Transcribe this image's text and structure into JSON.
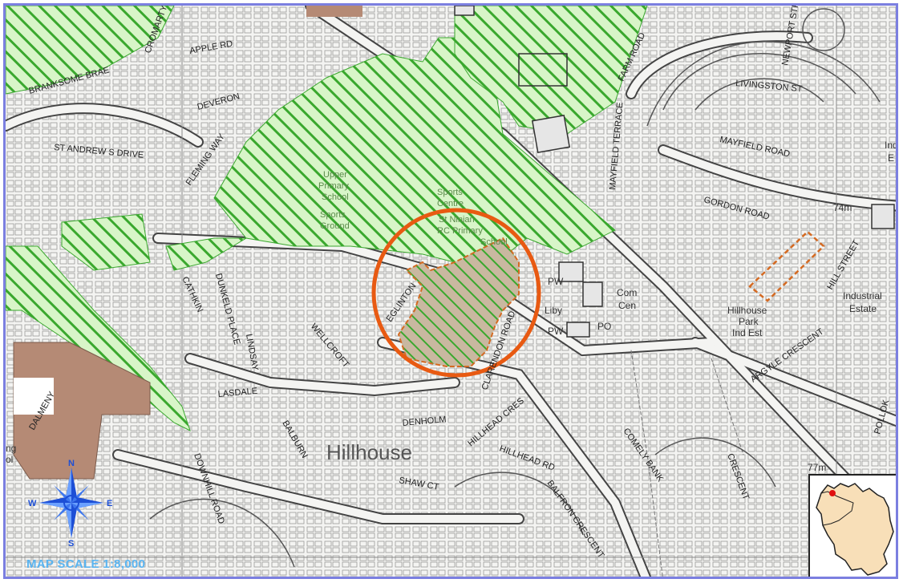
{
  "map": {
    "area_label": "Hillhouse",
    "scale_text": "MAP SCALE 1:8,000",
    "compass": {
      "n": "N",
      "s": "S",
      "e": "E",
      "w": "W"
    },
    "site": {
      "labels": {
        "upper_school": "Upper",
        "upper_school2": "Primary",
        "upper_school3": "School",
        "sports_ground": "Sports",
        "sports_ground2": "Ground",
        "sports_centre": "Sports",
        "sports_centre2": "Centre",
        "st_ninian": "St Ninian",
        "st_ninian2": "RC Primary",
        "st_ninian3": "School",
        "pw1": "PW",
        "pw2": "PW",
        "liby": "Liby",
        "po": "PO",
        "com": "Com",
        "cen": "Cen",
        "hillhouse_park": "Hillhouse",
        "hillhouse_park2": "Park",
        "hillhouse_park3": "Ind Est",
        "industrial": "Industrial",
        "industrial2": "Estate",
        "ind_partial": "Ind",
        "ind_partial2": "E",
        "height_74": "74m",
        "height_77": "77m",
        "ng_partial": "ng",
        "ng_partial2": "ol"
      },
      "streets": {
        "hill_street": "HILL STREET",
        "gordon_road": "GORDON ROAD",
        "mayfield_road": "MAYFIELD ROAD",
        "livingston_st": "LIVINGSTON ST",
        "newport_street": "NEWPORT STREET",
        "argyle_crescent": "ARGYLE CRESCENT",
        "pollok": "POLLOK",
        "comely_bank": "COMELY BANK",
        "balfron_crescent": "BALFRON CRESCENT",
        "hillhead_cres": "HILLHEAD CRES",
        "hillhead_rd": "HILLHEAD RD",
        "denholm": "DENHOLM",
        "shaw_ct": "SHAW CT",
        "st_andrews_drive": "ST ANDREW S DRIVE",
        "branksome_brae": "BRANKSOME BRAE",
        "deveron": "DEVERON",
        "fleming_way": "FLEMING WAY",
        "cathkin": "CATHKIN",
        "dunkeld": "DUNKELD PLACE",
        "lindsay": "LINDSAY",
        "lasdale": "LASDALE",
        "balburn": "BALBURN",
        "wellcroft": "WELLCROFT",
        "eglinton": "EGLINTON",
        "apple": "APPLE RD",
        "farm_road": "FARM ROAD",
        "mayfield_terrace": "MAYFIELD TERRACE",
        "crescent": "CRESCENT",
        "downhill_road": "DOWNHILL ROAD",
        "dalmeny": "DALMENY",
        "clarendon": "CLARENDON ROAD",
        "cromarty": "CROMARTY"
      }
    },
    "colors": {
      "frame": "#7b7fe0",
      "green_hatch": "#3aa82e",
      "green_fill": "#d8f5c8",
      "brown_fill": "#b58a75",
      "orange_circle": "#e85a12",
      "orange_site": "#d46a22",
      "scale_text": "#5ab4f0",
      "inset_fill": "#f8dfb8"
    }
  }
}
